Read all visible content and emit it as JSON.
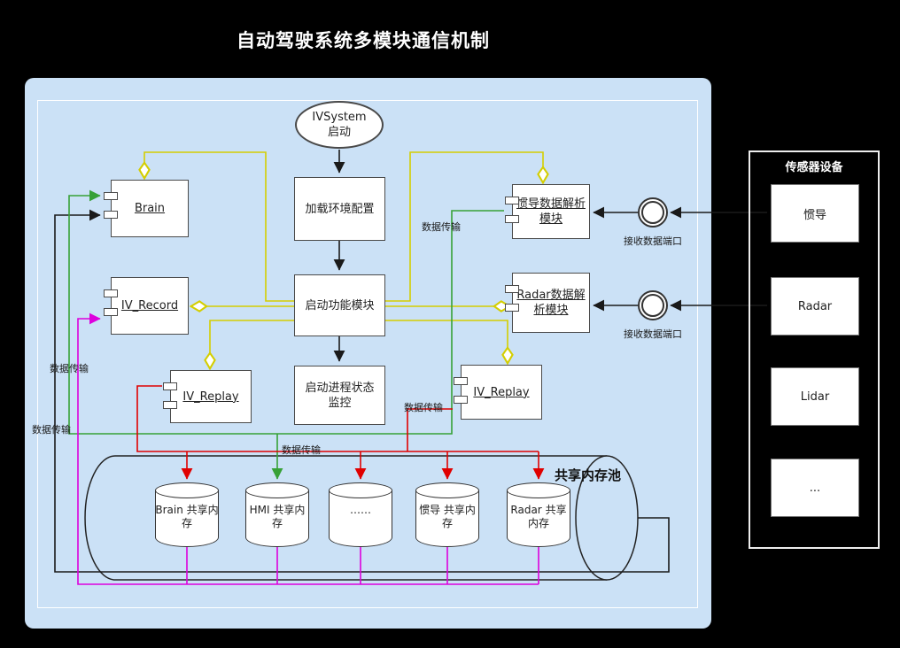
{
  "title": "自动驾驶系统多模块通信机制",
  "colors": {
    "panel_blue": "#cbe1f6",
    "composition_yellow": "#d4ce00",
    "data_green": "#37a137",
    "data_red": "#e00000",
    "data_magenta": "#dd00dd",
    "flow_black": "#1a1a1a"
  },
  "diagram": {
    "start": {
      "lines": [
        "IVSystem",
        "启动"
      ]
    },
    "processes": [
      {
        "lines": [
          "加载环境配置"
        ]
      },
      {
        "lines": [
          "启动功能模块"
        ]
      },
      {
        "lines": [
          "启动进程状态",
          "监控"
        ]
      }
    ],
    "components": [
      {
        "lines": [
          "Brain"
        ]
      },
      {
        "lines": [
          "IV_Record"
        ]
      },
      {
        "lines": [
          "IV_Replay"
        ]
      },
      {
        "lines": [
          "惯导数据解析",
          "模块"
        ]
      },
      {
        "lines": [
          "Radar数据解",
          "析模块"
        ]
      },
      {
        "lines": [
          "IV_Replay"
        ]
      }
    ],
    "ports": [
      {
        "label": "接收数据端口"
      },
      {
        "label": "接收数据端口"
      }
    ],
    "memory_pool": {
      "label": "共享内存池",
      "cylinders": [
        {
          "lines": [
            "Brain",
            "共享内存"
          ]
        },
        {
          "lines": [
            "HMI",
            "共享内存"
          ]
        },
        {
          "lines": [
            "……"
          ]
        },
        {
          "lines": [
            "惯导",
            "共享内存"
          ]
        },
        {
          "lines": [
            "Radar",
            "共享内存"
          ]
        }
      ]
    },
    "edge_labels": [
      "数据传输",
      "数据传输",
      "数据传输",
      "数据传输",
      "数据传输"
    ]
  },
  "sensor_panel": {
    "title": "传感器设备",
    "items": [
      "惯导",
      "Radar",
      "Lidar",
      "..."
    ]
  }
}
